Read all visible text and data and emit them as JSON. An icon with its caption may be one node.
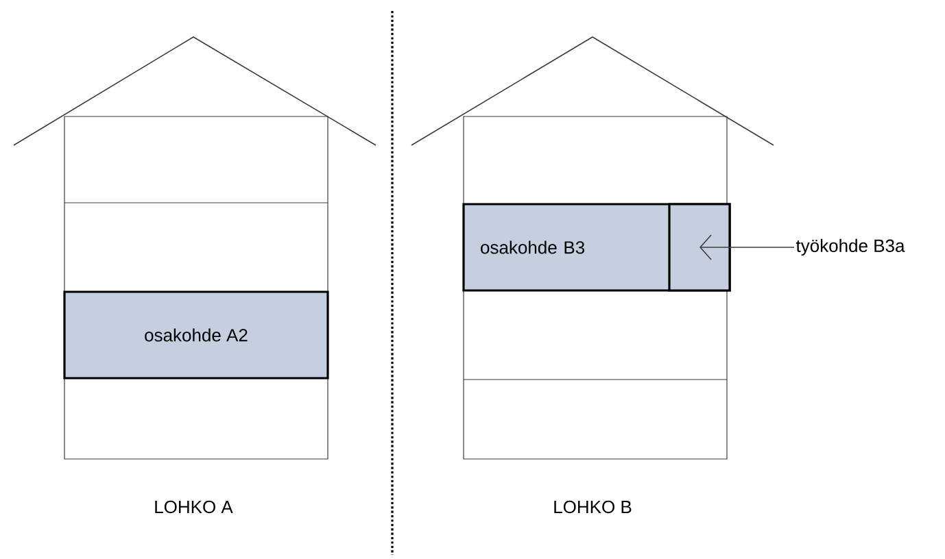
{
  "diagram": {
    "nodes": [
      {
        "text": [
          "osakohde A2"
        ]
      },
      {
        "text": [
          "osakohde B3"
        ]
      },
      {
        "text": [],
        "shape": "box",
        "in": 1
      },
      {
        "text": [
          "työkohde B3a"
        ]
      }
    ],
    "edges": [
      {
        "from": 3,
        "to": 2,
        "arrow": "to"
      }
    ],
    "labels": [
      "LOHKO A",
      "LOHKO B"
    ]
  }
}
